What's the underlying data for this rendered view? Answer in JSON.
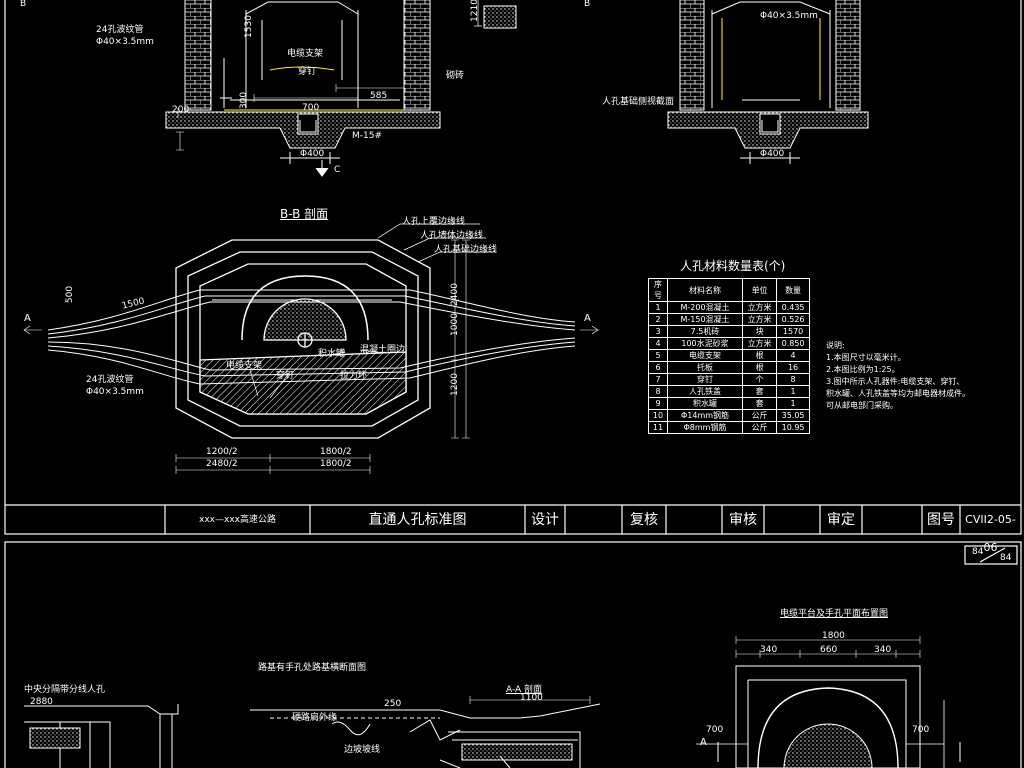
{
  "top_left": {
    "label_b": "B",
    "pipe_label": "24孔波纹管",
    "pipe_spec": "Φ40×3.5mm",
    "cable_support": "电缆支架",
    "peg": "穿钉",
    "brick": "砌砖",
    "section_c": "C",
    "dims": [
      "1530",
      "700",
      "585",
      "200",
      "300",
      "Φ400",
      "M-15#"
    ]
  },
  "top_right": {
    "label_b": "B",
    "pipe_spec": "Φ40×3.5mm",
    "base_label": "人孔基础侧视截面",
    "dim": "Φ400"
  },
  "dim_1210": "1210",
  "bb": {
    "title": "B-B 剖面",
    "labels": [
      "人孔上覆边缘线",
      "人孔墙体边缘线",
      "人孔基础边缘线"
    ],
    "section_a": "A",
    "sump": "积水罐",
    "cable_support": "电缆支架",
    "peg": "穿钉",
    "pulling_iron": "拉力环",
    "pipe_label": "24孔波纹管",
    "pipe_spec": "Φ40×3.5mm",
    "conc_label": "混凝土圈边",
    "dims": [
      "1500",
      "1200/2",
      "1800/2",
      "2480/2",
      "1800/2",
      "2400",
      "1000",
      "1200",
      "500"
    ]
  },
  "table": {
    "title": "人孔材料数量表(个)",
    "headers": [
      "序号",
      "材料名称",
      "单位",
      "数量"
    ],
    "rows": [
      [
        "1",
        "M-200混凝土",
        "立方米",
        "0.435"
      ],
      [
        "2",
        "M-150混凝土",
        "立方米",
        "0.526"
      ],
      [
        "3",
        "7.5机砖",
        "块",
        "1570"
      ],
      [
        "4",
        "100水泥砂浆",
        "立方米",
        "0.850"
      ],
      [
        "5",
        "电缆支架",
        "根",
        "4"
      ],
      [
        "6",
        "托板",
        "根",
        "16"
      ],
      [
        "7",
        "穿钉",
        "个",
        "8"
      ],
      [
        "8",
        "人孔铁盖",
        "套",
        "1"
      ],
      [
        "9",
        "积水罐",
        "套",
        "1"
      ],
      [
        "10",
        "Φ14mm钢筋",
        "公斤",
        "35.05"
      ],
      [
        "11",
        "Φ8mm钢筋",
        "公斤",
        "10.95"
      ]
    ]
  },
  "notes": [
    "说明:",
    "1.本图尺寸以毫米计。",
    "2.本图比例为1:25。",
    "3.图中所示人孔器件:电缆支架、穿钉、",
    "  积水罐、人孔铁盖等均为邮电器材成件。",
    "  可从邮电部门采购。"
  ],
  "title_block": {
    "project": "xxx—xxx高速公路",
    "drawing_name": "直通人孔标准图",
    "design": "设计",
    "review": "复核",
    "audit": "审核",
    "approve": "审定",
    "drawing_no_label": "图号",
    "drawing_no": "CVII2-05-06"
  },
  "page_num": {
    "num": "84",
    "total": "84"
  },
  "bottom": {
    "median_label": "中央分隔带分线人孔",
    "road_section_title": "路基有手孔处路基横断面图",
    "aa_title": "A-A 剖面",
    "platform_title": "电缆平台及手孔平面布置图",
    "shoulder": "硬路肩外缘",
    "slope": "边坡坡线",
    "dims": [
      "2880",
      "1800",
      "1100",
      "250",
      "340",
      "340",
      "660",
      "700",
      "700"
    ],
    "section_a": "A"
  },
  "colors": {
    "background": "#000000",
    "line": "#ffffff",
    "accent": "#ffff00"
  }
}
